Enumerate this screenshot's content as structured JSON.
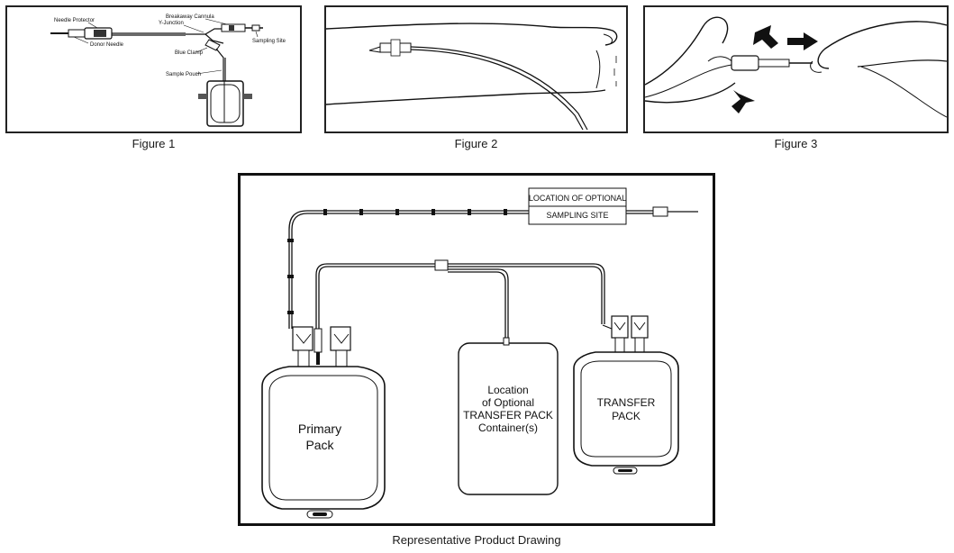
{
  "figure1": {
    "caption": "Figure 1",
    "labels": {
      "needle_protector": "Needle Protector",
      "breakaway_cannula": "Breakaway Cannula",
      "y_junction": "Y-Junction",
      "donor_needle": "Donor Needle",
      "sampling_site": "Sampling Site",
      "blue_clamp": "Blue Clamp",
      "sample_pouch": "Sample Pouch"
    }
  },
  "figure2": {
    "caption": "Figure 2"
  },
  "figure3": {
    "caption": "Figure 3"
  },
  "product_drawing": {
    "caption": "Representative Product Drawing",
    "sampling_box": [
      "LOCATION OF OPTIONAL",
      "SAMPLING SITE"
    ],
    "primary_pack": [
      "Primary",
      "Pack"
    ],
    "optional_container": [
      "Location",
      "of Optional",
      "TRANSFER PACK",
      "Container(s)"
    ],
    "transfer_pack": [
      "TRANSFER",
      "PACK"
    ]
  }
}
